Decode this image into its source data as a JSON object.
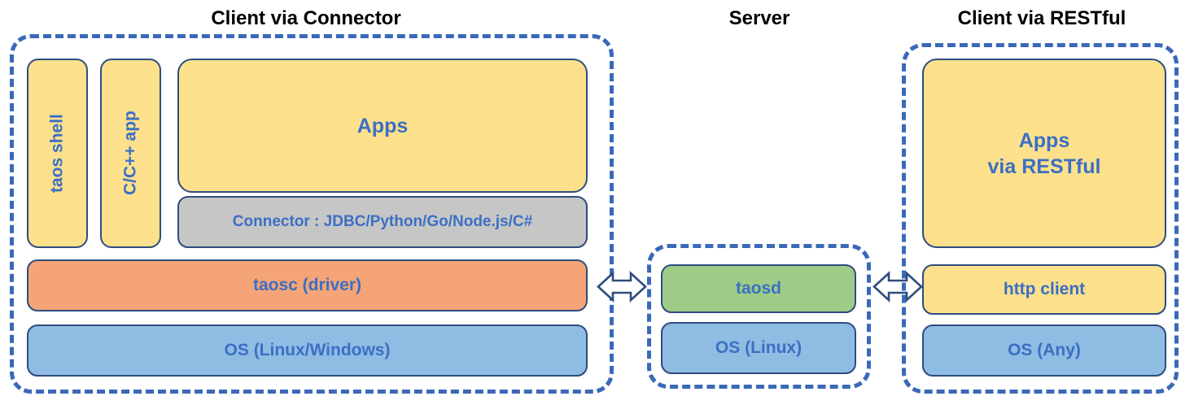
{
  "diagram": {
    "title_bar_color": "#3A69B8",
    "text_color": "#3B6FC4",
    "border_color": "#2E4C7E",
    "colors": {
      "yellow": "#FCE08C",
      "gray": "#C6C6C6",
      "orange": "#F4A476",
      "blue": "#8FBCE3",
      "green": "#9ECC86",
      "dashed_blue": "#3A69B8",
      "caption_black": "#000000"
    }
  },
  "sections": {
    "client_connector": {
      "caption": "Client via Connector",
      "boxes": {
        "taos_shell": "taos shell",
        "cpp_app": "C/C++ app",
        "apps": "Apps",
        "connector": "Connector : JDBC/Python/Go/Node.js/C#",
        "taosc": "taosc (driver)",
        "os": "OS (Linux/Windows)"
      }
    },
    "server": {
      "caption": "Server",
      "boxes": {
        "taosd": "taosd",
        "os": "OS (Linux)"
      }
    },
    "client_restful": {
      "caption": "Client via RESTful",
      "boxes": {
        "apps": "Apps\nvia RESTful",
        "http_client": "http client",
        "os": "OS (Any)"
      }
    }
  },
  "connectors": {
    "left_arrow": "double-headed-arrow",
    "right_arrow": "double-headed-arrow"
  }
}
